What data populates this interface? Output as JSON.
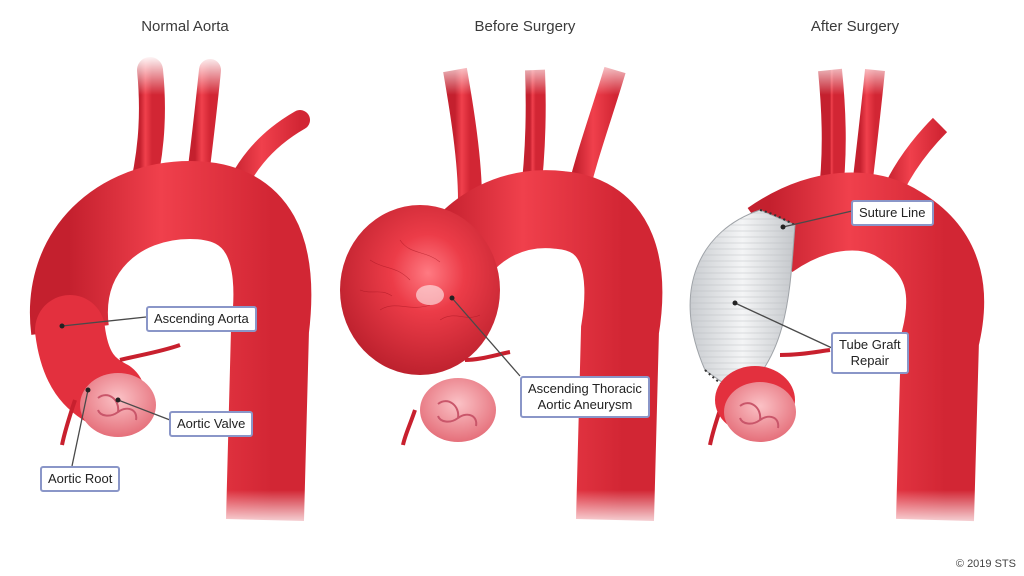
{
  "panels": {
    "normal": {
      "title": "Normal Aorta"
    },
    "before": {
      "title": "Before Surgery"
    },
    "after": {
      "title": "After Surgery"
    }
  },
  "labels": {
    "ascending_aorta": "Ascending Aorta",
    "aortic_valve": "Aortic Valve",
    "aortic_root": "Aortic Root",
    "aneurysm_line1": "Ascending Thoracic",
    "aneurysm_line2": "Aortic Aneurysm",
    "suture_line": "Suture Line",
    "tube_graft_line1": "Tube Graft",
    "tube_graft_line2": "Repair"
  },
  "copyright": "© 2019 STS",
  "colors": {
    "aorta": "#e8313f",
    "aorta_dark": "#b81e2b",
    "valve": "#f08a92",
    "graft": "#e6e8ea",
    "callout_border": "#8a96c8"
  }
}
